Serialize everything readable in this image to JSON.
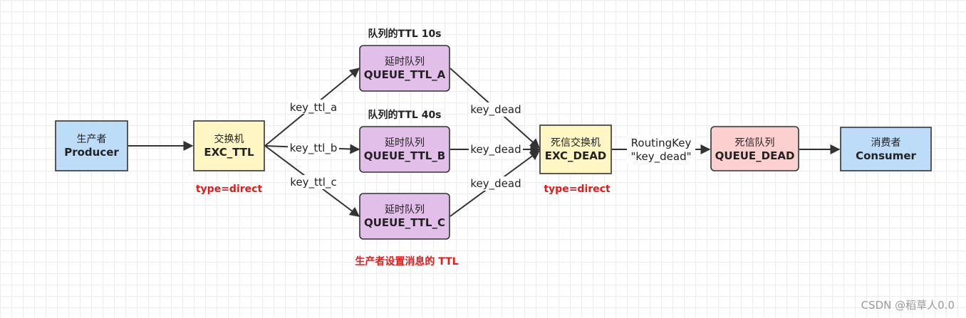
{
  "colors": {
    "blue": "#bcdcf7",
    "yellow": "#fff6c4",
    "purple": "#e1bfe8",
    "pink": "#fdd0d0",
    "stroke": "#333333",
    "red_text": "#e01b1b"
  },
  "nodes": {
    "producer": {
      "line1": "生产者",
      "line2": "Producer"
    },
    "exchange": {
      "line1": "交换机",
      "line2": "EXC_TTL"
    },
    "queue_a": {
      "line1": "延时队列",
      "line2": "QUEUE_TTL_A"
    },
    "queue_b": {
      "line1": "延时队列",
      "line2": "QUEUE_TTL_B"
    },
    "queue_c": {
      "line1": "延时队列",
      "line2": "QUEUE_TTL_C"
    },
    "dead_exchange": {
      "line1": "死信交换机",
      "line2": "EXC_DEAD"
    },
    "dead_queue": {
      "line1": "死信队列",
      "line2": "QUEUE_DEAD"
    },
    "consumer": {
      "line1": "消费者",
      "line2": "Consumer"
    }
  },
  "edge_labels": {
    "key_ttl_a": "key_ttl_a",
    "key_ttl_b": "key_ttl_b",
    "key_ttl_c": "key_ttl_c",
    "key_dead_a": "key_dead",
    "key_dead_b": "key_dead",
    "key_dead_c": "key_dead",
    "routing_key_1": "RoutingKey",
    "routing_key_2": "\"key_dead\""
  },
  "annotations": {
    "ttl_a": "队列的TTL 10s",
    "ttl_b": "队列的TTL 40s",
    "type_exchange": "type=direct",
    "type_dead_exchange": "type=direct",
    "producer_ttl": "生产者设置消息的 TTL"
  },
  "watermark": "CSDN @稻草人0.0"
}
